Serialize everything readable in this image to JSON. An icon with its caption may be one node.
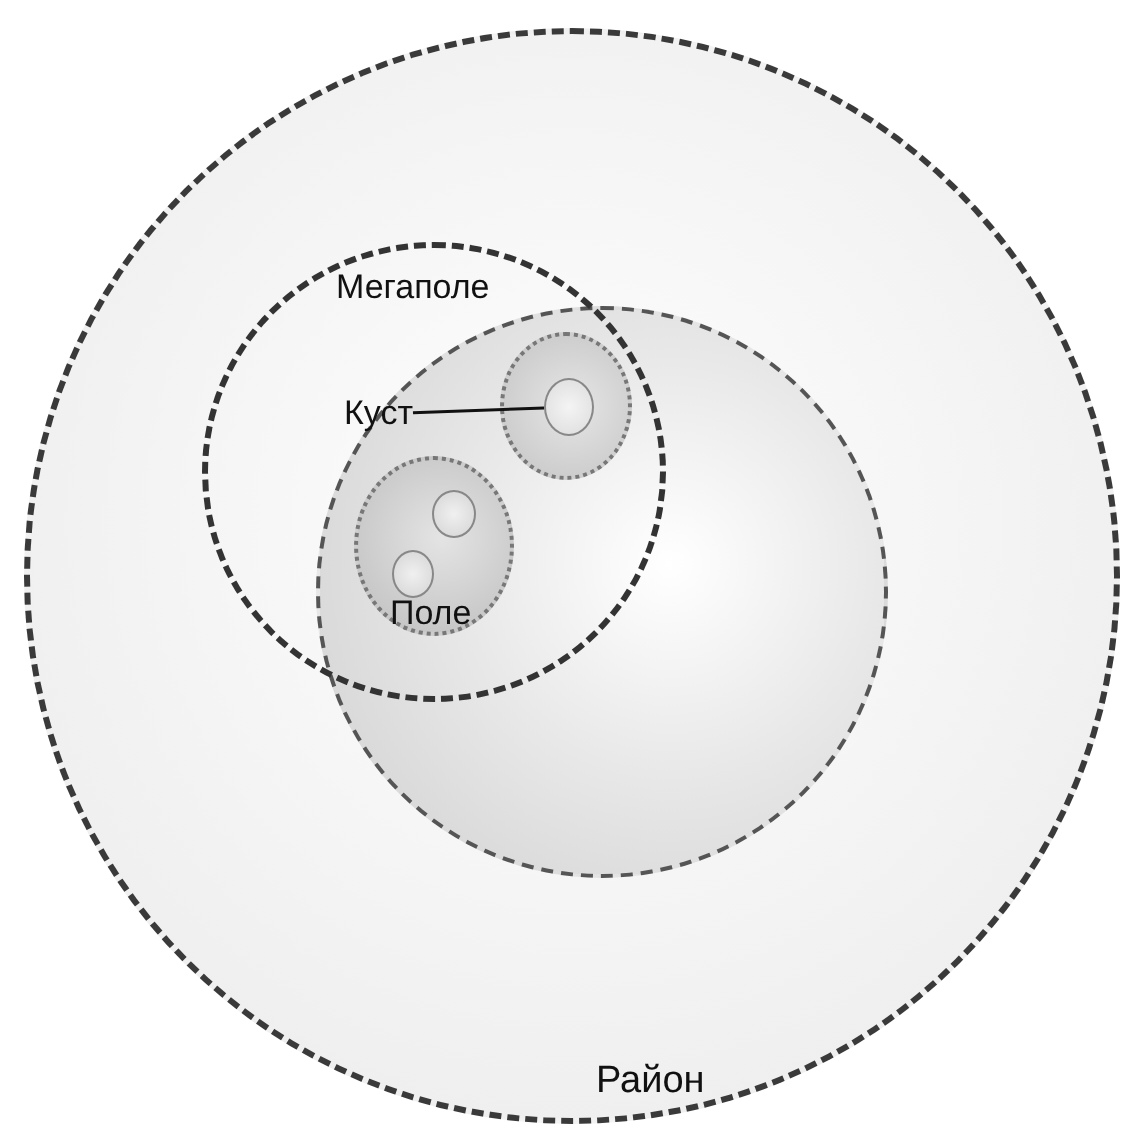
{
  "diagram": {
    "nodes": [
      {
        "text": [
          "Район"
        ]
      },
      {
        "text": [
          "Мегаполе"
        ],
        "in": 0
      },
      {
        "text": [],
        "shape": "circle",
        "in": 0
      },
      {
        "text": [
          "Куст"
        ]
      },
      {
        "text": [],
        "shape": "circle"
      },
      {
        "text": [],
        "shape": "circle",
        "in": 4
      },
      {
        "text": [
          "Поле"
        ]
      },
      {
        "text": [],
        "shape": "circle",
        "in": 6
      },
      {
        "text": [],
        "shape": "circle",
        "in": 6
      }
    ],
    "edges": [
      {
        "from": 3,
        "to": 5,
        "arrow": "none"
      }
    ]
  }
}
